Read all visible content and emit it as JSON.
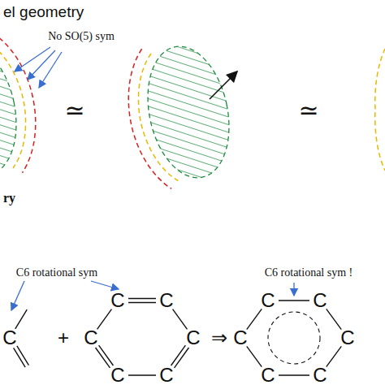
{
  "diagram": {
    "labels": [
      "el geometry",
      "No SO(5) sym",
      "≃",
      "≃",
      "ry",
      "C6 rotational sym",
      "C",
      "+",
      "C",
      "C",
      "C",
      "C",
      "C",
      "C",
      "⇒",
      "C6 rotational sym !",
      "C",
      "C",
      "C",
      "C",
      "C",
      "C"
    ]
  }
}
